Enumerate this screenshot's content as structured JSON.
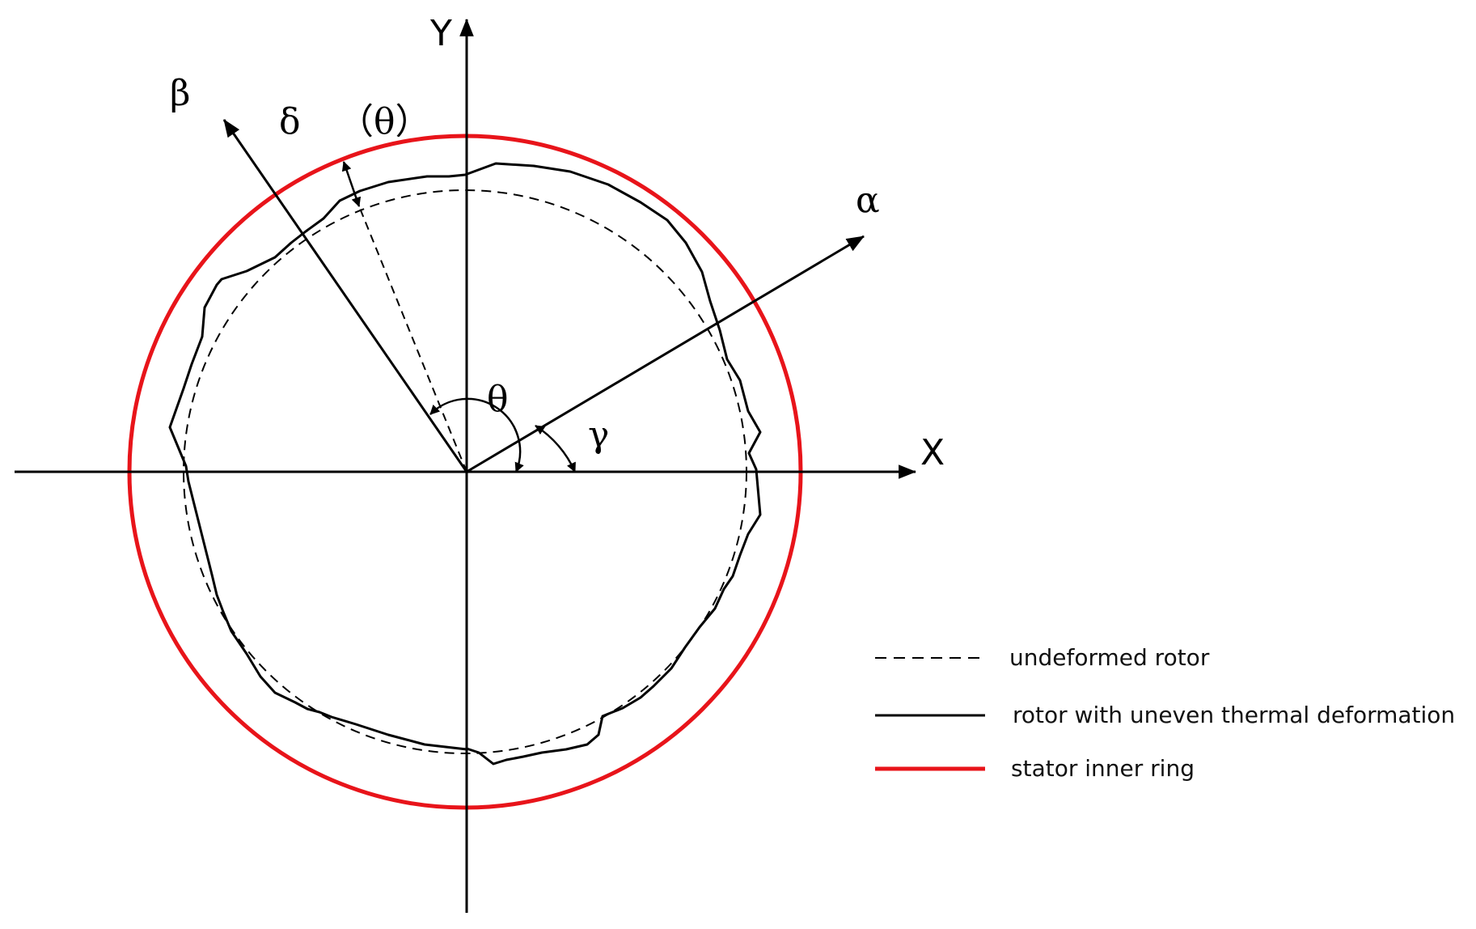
{
  "labels": {
    "x_axis": "X",
    "y_axis": "Y",
    "alpha_axis": "α",
    "beta_axis": "β",
    "delta_label": "δ",
    "delta_arg": "（θ）",
    "theta": "θ",
    "gamma": "γ"
  },
  "legend": {
    "items": [
      {
        "label": "undeformed rotor",
        "style": "dashed",
        "color": "#000000"
      },
      {
        "label": "rotor with uneven thermal deformation",
        "style": "solid",
        "color": "#000000"
      },
      {
        "label": "stator inner ring",
        "style": "solid",
        "color": "#e8141a"
      }
    ]
  },
  "colors": {
    "stator": "#e8141a",
    "rotor": "#000000",
    "axes": "#000000"
  }
}
